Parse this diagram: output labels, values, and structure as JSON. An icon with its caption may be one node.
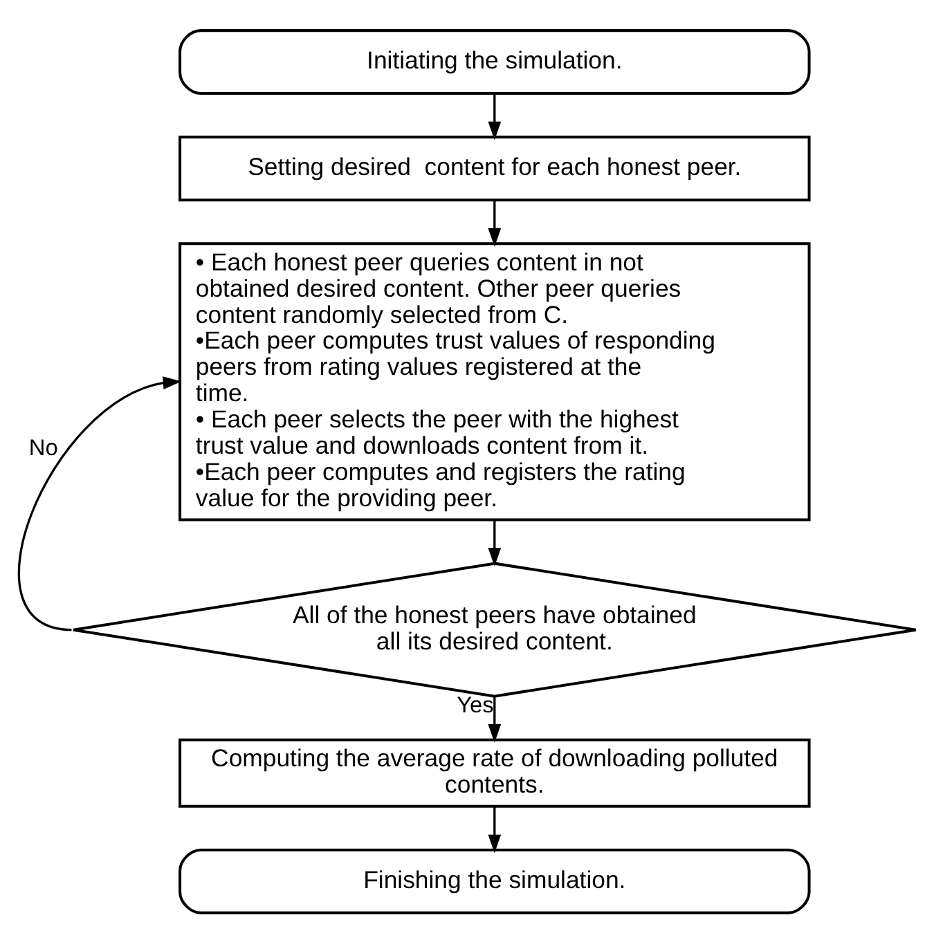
{
  "diagram": {
    "nodes": [
      {
        "text": [
          "Initiating the simulation."
        ]
      },
      {
        "text": [
          "Setting desired  content for each honest peer."
        ]
      },
      {
        "text": [
          "• Each honest peer queries content in not obtained desired content. Other peer queries content randomly selected from C.",
          "•Each peer computes trust values of responding peers from rating values registered at the time.",
          "• Each peer selects the peer with the highest trust value and downloads content from it.",
          "•Each peer computes and registers the rating value for the providing peer."
        ]
      },
      {
        "text": [
          "All of the honest peers have obtained all its desired content."
        ]
      },
      {
        "text": [
          "Computing the average rate of downloading polluted contents."
        ]
      },
      {
        "text": [
          "Finishing the simulation."
        ]
      }
    ],
    "edges": [
      {
        "from": 0,
        "to": 1,
        "arrow": "to"
      },
      {
        "from": 1,
        "to": 2,
        "arrow": "to"
      },
      {
        "from": 2,
        "to": 3,
        "arrow": "to"
      },
      {
        "from": 3,
        "to": 2,
        "arrow": "to",
        "label": "No"
      },
      {
        "from": 3,
        "to": 4,
        "arrow": "to",
        "label": "Yes"
      },
      {
        "from": 4,
        "to": 5,
        "arrow": "to"
      }
    ]
  }
}
